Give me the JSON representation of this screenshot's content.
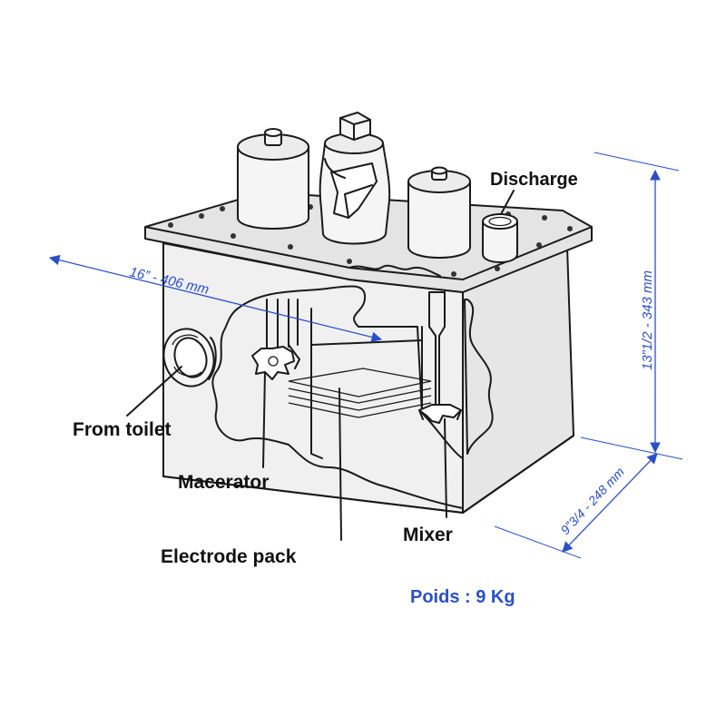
{
  "labels": {
    "discharge": "Discharge",
    "from_toilet": "From toilet",
    "macerator": "Macerator",
    "electrode_pack": "Electrode pack",
    "mixer": "Mixer"
  },
  "dimensions": {
    "width": "16” - 406 mm",
    "height": "13”1/2 - 343 mm",
    "depth": "9”3/4 - 248 mm"
  },
  "weight": "Poids : 9 Kg",
  "colors": {
    "dimension": "#2b4fc9",
    "line": "#1a1a1a",
    "box_face": "#f0f0f0",
    "box_top": "#e4e4e4",
    "cutaway": "#ffffff"
  }
}
